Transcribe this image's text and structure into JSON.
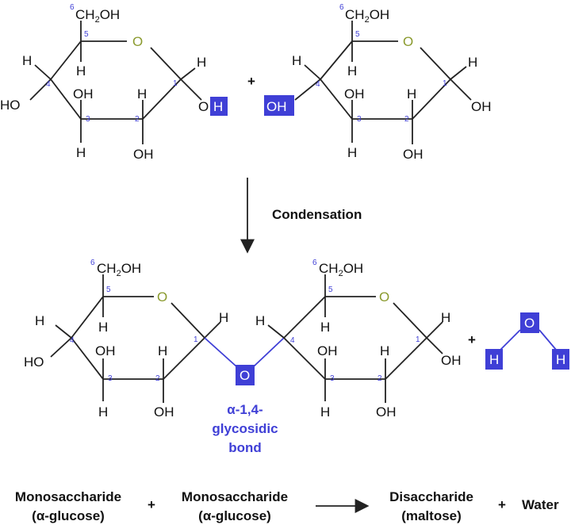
{
  "colors": {
    "highlight": "#3f3fd6",
    "ring_oxygen": "#8a9a2e",
    "text": "#111111"
  },
  "atoms": {
    "ch2oh_sub": "6",
    "ch2oh": "CH",
    "ch2oh_sub2": "2",
    "ch2oh_tail": "OH",
    "o": "O",
    "h": "H",
    "oh": "OH",
    "ho": "HO",
    "o_cap": "O"
  },
  "carbons": {
    "c1": "1",
    "c2": "2",
    "c3": "3",
    "c4": "4",
    "c5": "5"
  },
  "plus": "+",
  "arrow_label": "Condensation",
  "bond_label": {
    "line1": "α-1,4-",
    "line2": "glycosidic",
    "line3": "bond"
  },
  "summary": {
    "term1_line1": "Monosaccharide",
    "term1_line2": "(α-glucose)",
    "term2_line1": "Monosaccharide",
    "term2_line2": "(α-glucose)",
    "product_line1": "Disaccharide",
    "product_line2": "(maltose)",
    "water": "Water"
  }
}
